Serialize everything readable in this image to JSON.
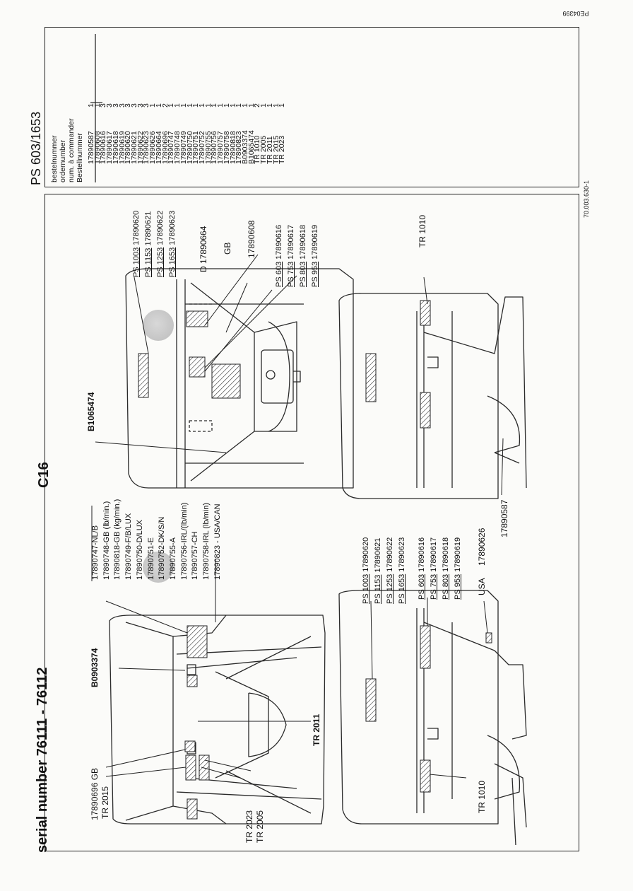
{
  "header": {
    "serial": "serial number 76111 - 76112",
    "model_title": "C16",
    "ps_title": "PS 603/1653",
    "doc_code": "PE04399",
    "drawing_number": "70.003.630-1"
  },
  "columns": {
    "lines": [
      "bestelnummer",
      "ordernumber",
      "num. à commander",
      "Bestellnummer"
    ]
  },
  "parts_table": [
    {
      "code": "17890587",
      "qty": "1"
    },
    {
      "code": "17890608",
      "qty": "1"
    },
    {
      "code": "17890616",
      "qty": "3"
    },
    {
      "code": "17890617",
      "qty": "3"
    },
    {
      "code": "17890618",
      "qty": "3"
    },
    {
      "code": "17890619",
      "qty": "3"
    },
    {
      "code": "17890620",
      "qty": "3"
    },
    {
      "code": "17890621",
      "qty": "3"
    },
    {
      "code": "17890622",
      "qty": "3"
    },
    {
      "code": "17890623",
      "qty": "3"
    },
    {
      "code": "17890626",
      "qty": "1"
    },
    {
      "code": "17890664",
      "qty": "1"
    },
    {
      "code": "17890696",
      "qty": "2"
    },
    {
      "code": "17890747",
      "qty": "1"
    },
    {
      "code": "17890748",
      "qty": "1"
    },
    {
      "code": "17890749",
      "qty": "1"
    },
    {
      "code": "17890750",
      "qty": "1"
    },
    {
      "code": "17890751",
      "qty": "1"
    },
    {
      "code": "17890752",
      "qty": "1"
    },
    {
      "code": "17890755",
      "qty": "1"
    },
    {
      "code": "17890756",
      "qty": "1"
    },
    {
      "code": "17890757",
      "qty": "1"
    },
    {
      "code": "17890758",
      "qty": "1"
    },
    {
      "code": "17890818",
      "qty": "1"
    },
    {
      "code": "17890823",
      "qty": "1"
    },
    {
      "code": "B0903374",
      "qty": "1"
    },
    {
      "code": "B1065474",
      "qty": "1"
    },
    {
      "code": "TR 1010",
      "qty": "2"
    },
    {
      "code": "TR 2005",
      "qty": "1"
    },
    {
      "code": "TR 2011",
      "qty": "1"
    },
    {
      "code": "TR 2015",
      "qty": "1"
    },
    {
      "code": "TR 2023",
      "qty": "1"
    }
  ],
  "rear_view": {
    "label_17890696": "17890696 GB",
    "label_tr2015": "TR 2015",
    "label_tr2023": "TR 2023",
    "label_tr2005": "TR 2005",
    "label_tr2011": "TR 2011",
    "label_b0903374": "B0903374",
    "country_labels": [
      "17890747-NL/B",
      "17890748-GB (lb/min.)",
      "17890818-GB (kg/min.)",
      "17890749-F/B/LUX",
      "17890750-D/LUX",
      "17890751-E",
      "17890752-DK/S/N",
      "17890755-A",
      "17890756-IRL/(lb/min)",
      "17890757-CH",
      "17890758-IRL (lb/min)",
      "17890823 - USA/CAN"
    ]
  },
  "front_view": {
    "label_b1065474": "B1065474",
    "label_d": "D 17890664",
    "label_gb": "GB",
    "label_17890608": "17890608",
    "ps_large": [
      {
        "model": "PS 1003",
        "code": "17890620"
      },
      {
        "model": "PS 1153",
        "code": "17890621"
      },
      {
        "model": "PS 1253",
        "code": "17890622"
      },
      {
        "model": "PS 1653",
        "code": "17890623"
      }
    ],
    "ps_small": [
      {
        "model": "PS 603",
        "code": "17890616"
      },
      {
        "model": "PS 753",
        "code": "17890617"
      },
      {
        "model": "PS 803",
        "code": "17890618"
      },
      {
        "model": "PS 953",
        "code": "17890619"
      }
    ]
  },
  "side_right": {
    "label_tr1010": "TR 1010",
    "label_17890587": "17890587"
  },
  "side_left": {
    "label_tr1010": "TR 1010",
    "label_usa": "USA",
    "label_usa_code": "17890626",
    "ps_large": [
      {
        "model": "PS 1003",
        "code": "17890620"
      },
      {
        "model": "PS 1153",
        "code": "17890621"
      },
      {
        "model": "PS 1253",
        "code": "17890622"
      },
      {
        "model": "PS 1653",
        "code": "17890623"
      }
    ],
    "ps_small": [
      {
        "model": "PS 603",
        "code": "17890616"
      },
      {
        "model": "PS 753",
        "code": "17890617"
      },
      {
        "model": "PS 803",
        "code": "17890618"
      },
      {
        "model": "PS 953",
        "code": "17890619"
      }
    ]
  }
}
